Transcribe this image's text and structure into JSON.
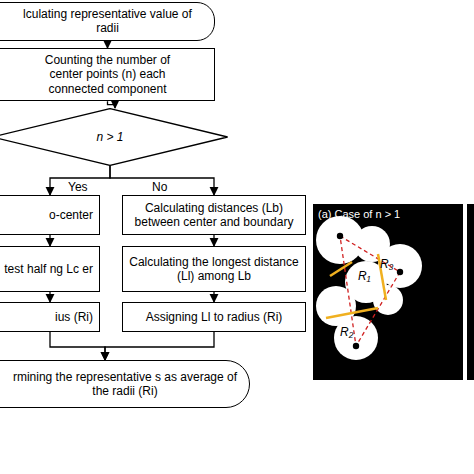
{
  "diagram": {
    "nodes": [
      {
        "text": [
          "lculating representative value of radii"
        ]
      },
      {
        "text": [
          "Counting the number of center points (n) each connected component"
        ]
      },
      {
        "text": [
          "n > 1"
        ]
      },
      {
        "text": [
          "o-center"
        ]
      },
      {
        "text": [
          "test half ng Lc er"
        ]
      },
      {
        "text": [
          "ius (Ri)"
        ]
      },
      {
        "text": [
          "Calculating distances (Lb) between center and boundary"
        ]
      },
      {
        "text": [
          "Calculating the longest distance (Ll) among Lb"
        ]
      },
      {
        "text": [
          "Assigning Ll to radius (Ri)"
        ]
      },
      {
        "text": [
          "rmining the representative s as average of the radii (Ri)"
        ]
      }
    ],
    "edges": [
      {
        "from": 0,
        "to": 1,
        "arrow": "to"
      },
      {
        "from": 1,
        "to": 2,
        "arrow": "to"
      },
      {
        "from": 2,
        "to": 3,
        "label": "Yes",
        "arrow": "to"
      },
      {
        "from": 2,
        "to": 6,
        "label": "No",
        "arrow": "to"
      },
      {
        "from": 3,
        "to": 4,
        "arrow": "to"
      },
      {
        "from": 4,
        "to": 5,
        "arrow": "to"
      },
      {
        "from": 6,
        "to": 7,
        "arrow": "to"
      },
      {
        "from": 7,
        "to": 8,
        "arrow": "to"
      },
      {
        "from": 5,
        "to": 9,
        "arrow": "to"
      },
      {
        "from": 8,
        "to": 9,
        "arrow": "to"
      }
    ],
    "labels": [
      "(a) Case of n > 1",
      "R₁",
      "R₂",
      "R₃"
    ]
  }
}
